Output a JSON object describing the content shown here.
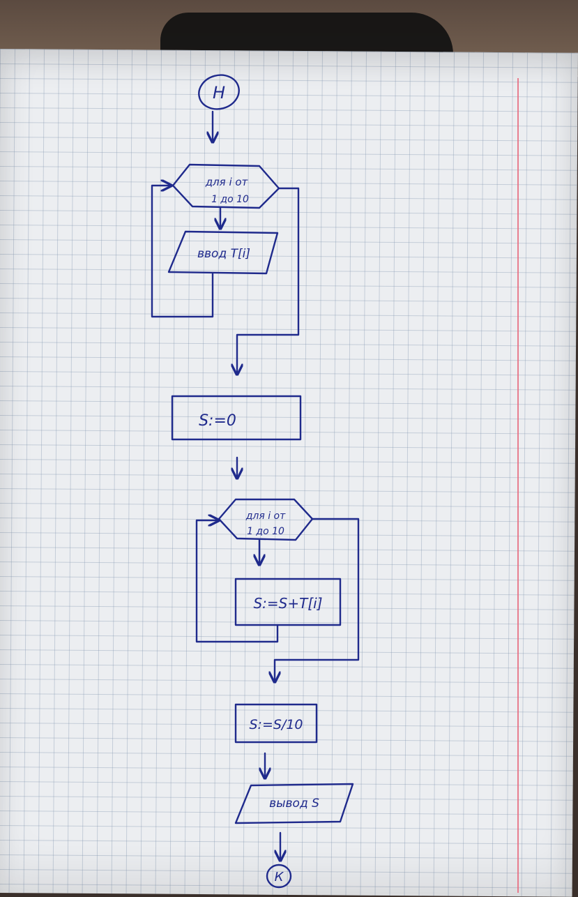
{
  "flowchart": {
    "start": "Н",
    "loop1_header": [
      "для i от",
      "1 до 10"
    ],
    "input": "ввод T[i]",
    "init_assign": "S:=0",
    "loop2_header": [
      "для i от",
      "1 до 10"
    ],
    "sum_assign": "S:=S+T[i]",
    "avg_assign": "S:=S/10",
    "output": "вывод S",
    "end": "К"
  },
  "colors": {
    "ink": "#1f2a8c",
    "grid": "#8296af",
    "margin_line": "#e76a7e",
    "paper": "#eceef1"
  }
}
